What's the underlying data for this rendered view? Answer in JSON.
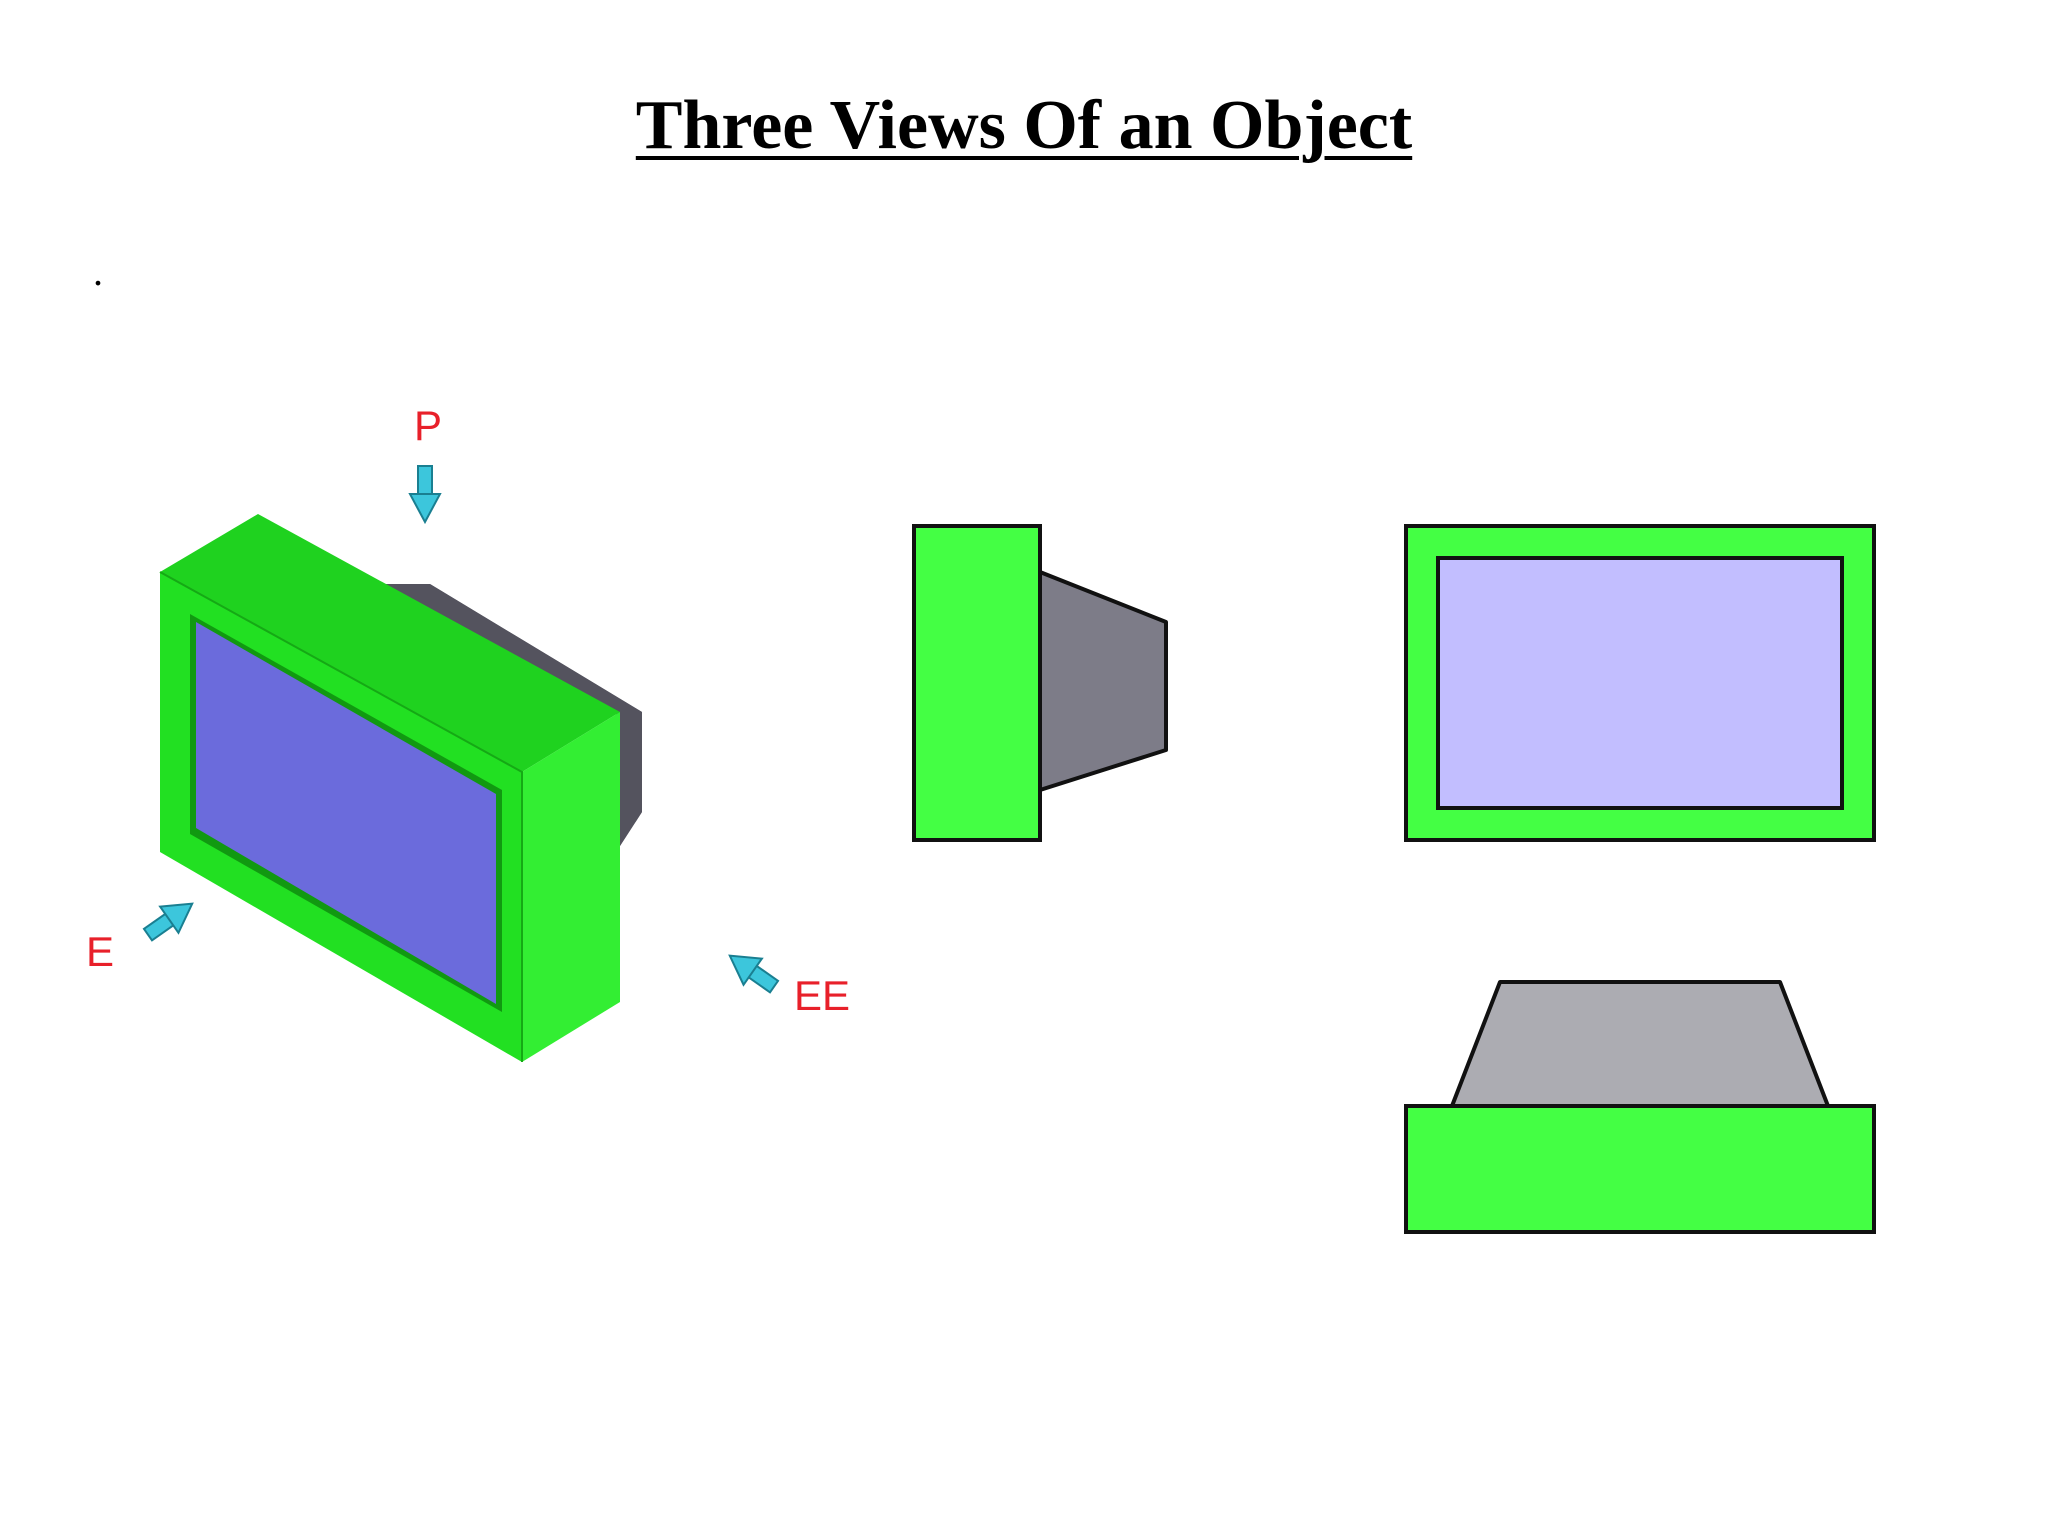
{
  "title": "Three Views Of an Object",
  "marker": ".",
  "direction_labels": {
    "top": "P",
    "front": "E",
    "side": "EE"
  },
  "colors": {
    "body": "#44ff44",
    "body_shade": "#22e822",
    "body_dark": "#19c019",
    "screen_iso": "#6b6bdc",
    "screen_front": "#c2beff",
    "back_dark": "#54535e",
    "back_side": "#7d7c88",
    "back_top": "#acacb2",
    "arrow": "#3cc6dc",
    "label": "#e8202a",
    "outline": "#111111"
  }
}
